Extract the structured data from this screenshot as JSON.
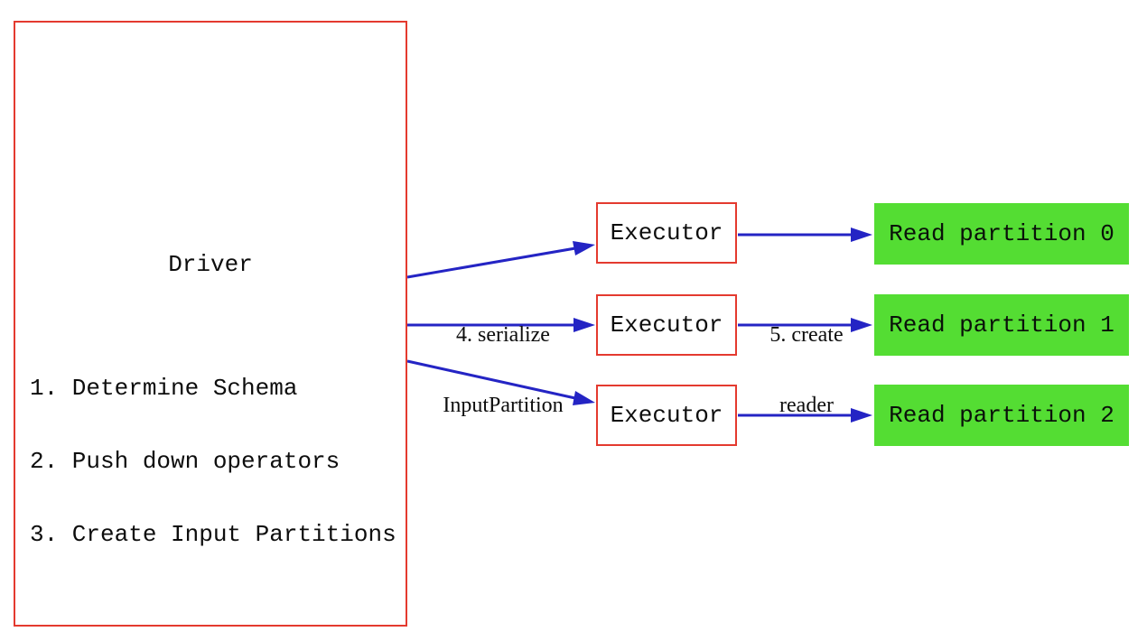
{
  "colors": {
    "red": "#e43a2f",
    "blue": "#2424c4",
    "green": "#54dd33",
    "text": "#0d0d0d",
    "background": "#ffffff"
  },
  "driver": {
    "title": "Driver",
    "steps": [
      "1. Determine Schema",
      "2. Push down operators",
      "3. Create Input Partitions"
    ]
  },
  "executors": [
    {
      "label": "Executor"
    },
    {
      "label": "Executor"
    },
    {
      "label": "Executor"
    }
  ],
  "partitions": [
    {
      "label": "Read partition 0"
    },
    {
      "label": "Read partition 1"
    },
    {
      "label": "Read partition 2"
    }
  ],
  "edge_labels": {
    "serialize": {
      "line1": "4. serialize",
      "line2": "InputPartition"
    },
    "create_reader": {
      "line1": "5. create",
      "line2": "reader"
    }
  }
}
